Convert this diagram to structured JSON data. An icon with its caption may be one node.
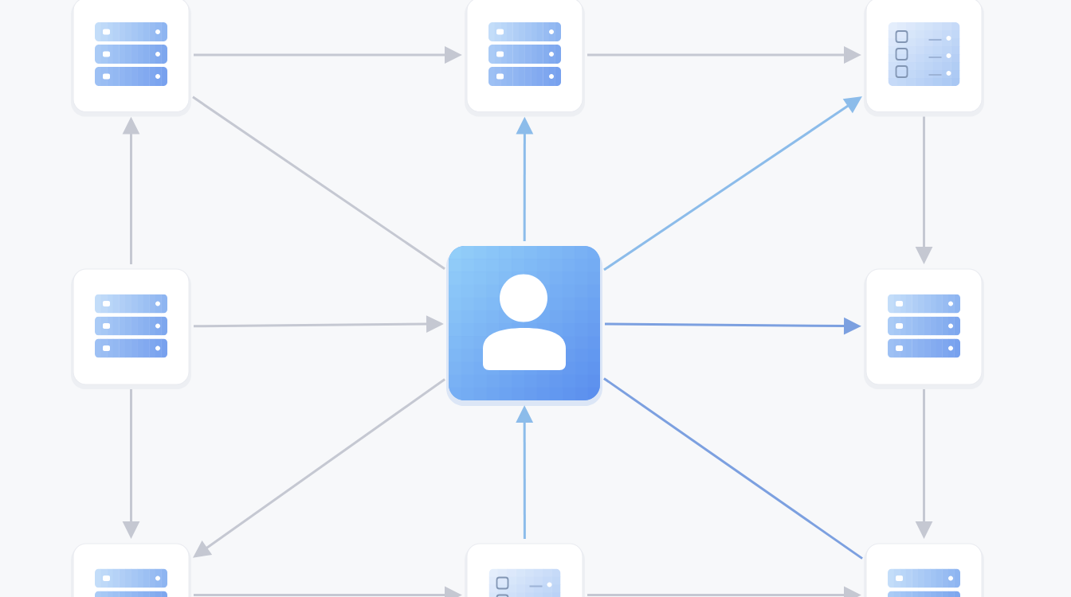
{
  "diagram": {
    "nodes": [
      {
        "text": [],
        "shape": "server"
      },
      {
        "text": [],
        "shape": "server"
      },
      {
        "text": [],
        "shape": "list"
      },
      {
        "text": [],
        "shape": "server"
      },
      {
        "text": [],
        "shape": "person"
      },
      {
        "text": [],
        "shape": "server"
      },
      {
        "text": [],
        "shape": "server"
      },
      {
        "text": [],
        "shape": "list"
      },
      {
        "text": [],
        "shape": "server"
      }
    ],
    "edges": [
      {
        "from": 0,
        "to": 1,
        "arrow": "to"
      },
      {
        "from": 1,
        "to": 2,
        "arrow": "to"
      },
      {
        "from": 3,
        "to": 0,
        "arrow": "to"
      },
      {
        "from": 0,
        "to": 4,
        "arrow": "none"
      },
      {
        "from": 4,
        "to": 1,
        "arrow": "to",
        "color": "#8cbcea"
      },
      {
        "from": 4,
        "to": 2,
        "arrow": "to",
        "color": "#8cbcea"
      },
      {
        "from": 2,
        "to": 5,
        "arrow": "to"
      },
      {
        "from": 3,
        "to": 4,
        "arrow": "to"
      },
      {
        "from": 4,
        "to": 5,
        "arrow": "to",
        "color": "#7ca0e0"
      },
      {
        "from": 3,
        "to": 6,
        "arrow": "to"
      },
      {
        "from": 4,
        "to": 6,
        "arrow": "to"
      },
      {
        "from": 7,
        "to": 4,
        "arrow": "to",
        "color": "#8cbcea"
      },
      {
        "from": 4,
        "to": 8,
        "arrow": "none",
        "color": "#7ca0e0"
      },
      {
        "from": 5,
        "to": 8,
        "arrow": "to"
      },
      {
        "from": 6,
        "to": 7,
        "arrow": "to"
      },
      {
        "from": 7,
        "to": 8,
        "arrow": "to"
      }
    ]
  }
}
